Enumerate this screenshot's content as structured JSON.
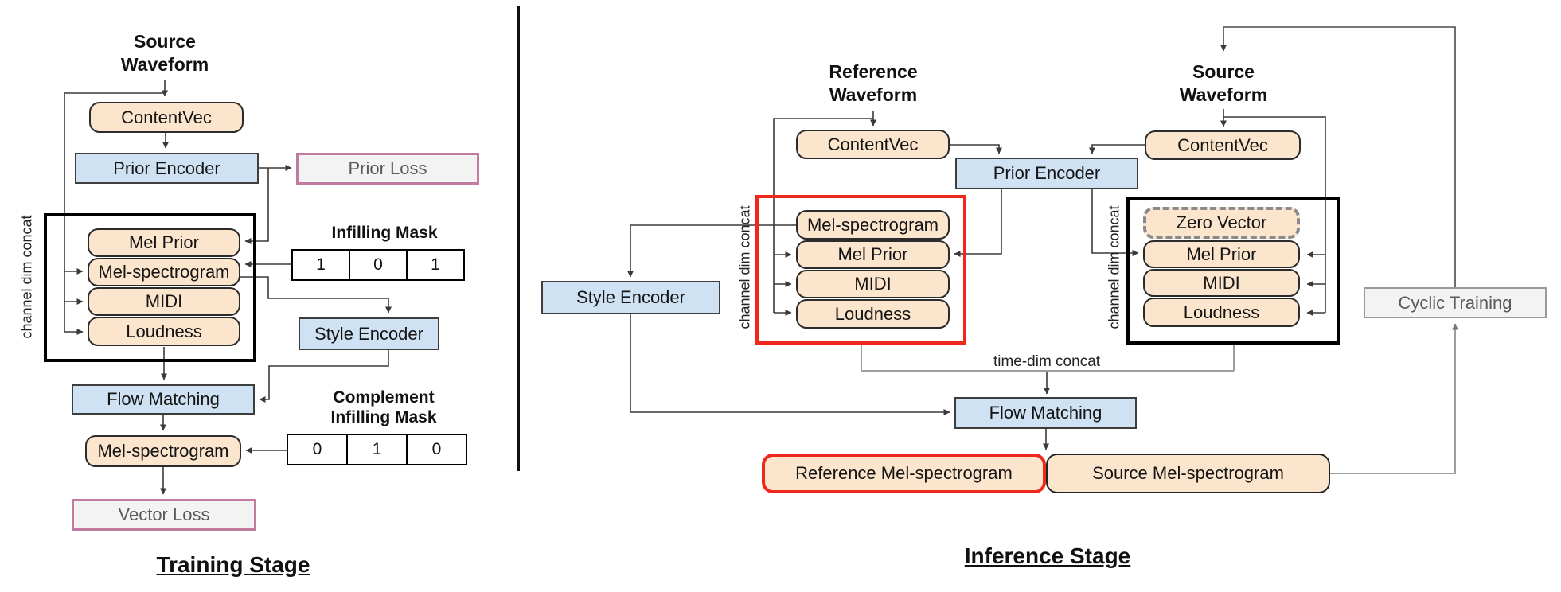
{
  "colors": {
    "peach_fill": "#FCE5CD",
    "blue_fill": "#CFE2F3",
    "loss_fill": "#F3F3F3",
    "loss_border": "#C27BA0",
    "red_highlight": "#F0281C",
    "dashed_gray": "#8a8a8a",
    "gray_text": "#595959"
  },
  "training": {
    "title": "Training Stage",
    "source_waveform": "Source\nWaveform",
    "content_vec": "ContentVec",
    "prior_encoder": "Prior Encoder",
    "prior_loss": "Prior Loss",
    "channel_dim_concat": "channel dim concat",
    "stack": [
      "Mel Prior",
      "Mel-spectrogram",
      "MIDI",
      "Loudness"
    ],
    "infilling_mask": {
      "label": "Infilling Mask",
      "values": [
        "1",
        "0",
        "1"
      ]
    },
    "style_encoder": "Style Encoder",
    "flow_matching": "Flow Matching",
    "complement_mask": {
      "label": "Complement\nInfilling Mask",
      "values": [
        "0",
        "1",
        "0"
      ]
    },
    "mel_output": "Mel-spectrogram",
    "vector_loss": "Vector Loss"
  },
  "inference": {
    "title": "Inference Stage",
    "reference_waveform": "Reference\nWaveform",
    "source_waveform": "Source\nWaveform",
    "content_vec_reference": "ContentVec",
    "content_vec_source": "ContentVec",
    "prior_encoder": "Prior Encoder",
    "channel_dim_concat_reference": "channel dim concat",
    "channel_dim_concat_source": "channel dim concat",
    "reference_stack": [
      "Mel-spectrogram",
      "Mel Prior",
      "MIDI",
      "Loudness"
    ],
    "source_stack": [
      "Zero Vector",
      "Mel Prior",
      "MIDI",
      "Loudness"
    ],
    "style_encoder": "Style Encoder",
    "time_dim_concat": "time-dim concat",
    "flow_matching": "Flow Matching",
    "reference_mel_output": "Reference Mel-spectrogram",
    "source_mel_output": "Source Mel-spectrogram",
    "cyclic_training": "Cyclic Training"
  }
}
